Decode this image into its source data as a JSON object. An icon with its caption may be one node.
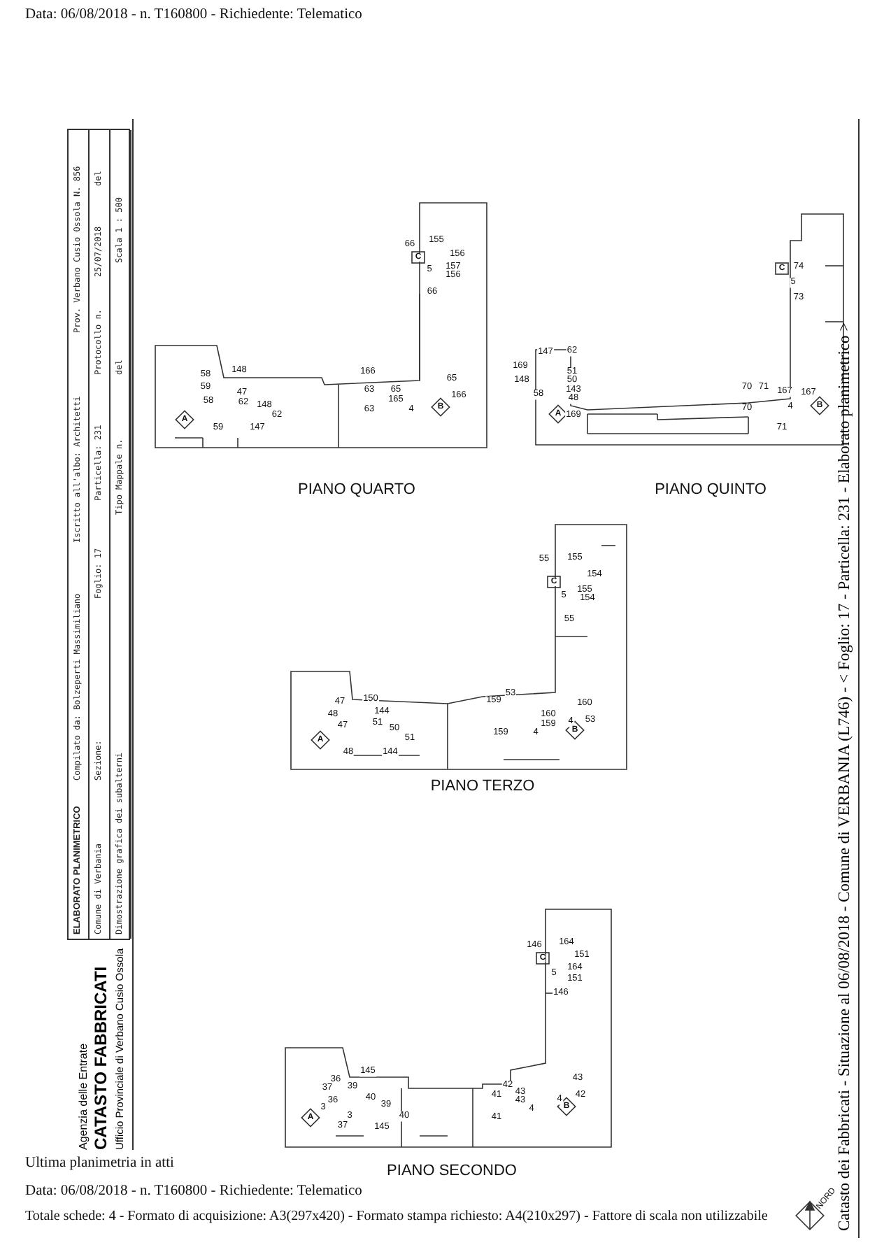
{
  "diagram": {
    "labels": [
      "Data: 06/08/2018 - n. T160800 - Richiedente: Telematico",
      "ELABORATO PLANIMETRICO",
      "Compilato da: Bolzeperti Massimiliano",
      "Iscritto all'albo: Architetti",
      "Prov. Verbano Cusio Ossola N. 856",
      "Comune di Verbania",
      "Sezione:",
      "Foglio: 17",
      "Particella: 231",
      "Protocollo n.",
      "25/07/2018",
      "del",
      "Dimostrazione grafica dei subalterni",
      "Tipo Mappale n.",
      "del",
      "Scala 1 : 500",
      "Agenzia delle Entrate",
      "CATASTO FABBRICATI",
      "Ufficio Provinciale di Verbano Cusio Ossola",
      "66",
      "155",
      "156",
      "5",
      "157",
      "156",
      "66",
      "C",
      "58",
      "148",
      "59",
      "47",
      "58",
      "62",
      "148",
      "62",
      "A",
      "59",
      "147",
      "166",
      "63",
      "65",
      "165",
      "65",
      "166",
      "63",
      "4",
      "B",
      "PIANO QUARTO",
      "C",
      "74",
      "5",
      "73",
      "147",
      "62",
      "169",
      "51",
      "148",
      "50",
      "143",
      "58",
      "48",
      "A",
      "169",
      "70",
      "71",
      "167",
      "167",
      "70",
      "4",
      "B",
      "71",
      "PIANO QUINTO",
      "55",
      "155",
      "154",
      "C",
      "155",
      "5",
      "154",
      "55",
      "47",
      "150",
      "48",
      "144",
      "47",
      "51",
      "50",
      "A",
      "51",
      "48",
      "144",
      "159",
      "53",
      "160",
      "159",
      "159",
      "4",
      "4",
      "160",
      "53",
      "B",
      "PIANO TERZO",
      "146",
      "164",
      "C",
      "151",
      "164",
      "5",
      "151",
      "146",
      "145",
      "36",
      "37",
      "39",
      "40",
      "36",
      "3",
      "39",
      "A",
      "3",
      "40",
      "37",
      "145",
      "42",
      "41",
      "43",
      "43",
      "43",
      "42",
      "4",
      "4",
      "B",
      "41",
      "PIANO SECONDO",
      "Catasto dei Fabbricati - Situazione al 06/08/2018 - Comune di VERBANIA (L746) - < Foglio: 17 - Particella: 231 - Elaborato planimetrico >",
      "Ultima planimetria in atti",
      "Data: 06/08/2018 - n. T160800 - Richiedente: Telematico",
      "Totale schede: 4 - Formato di acquisizione: A3(297x420) - Formato stampa richiesto: A4(210x297) - Fattore di scala non utilizzabile",
      "NORD"
    ]
  }
}
